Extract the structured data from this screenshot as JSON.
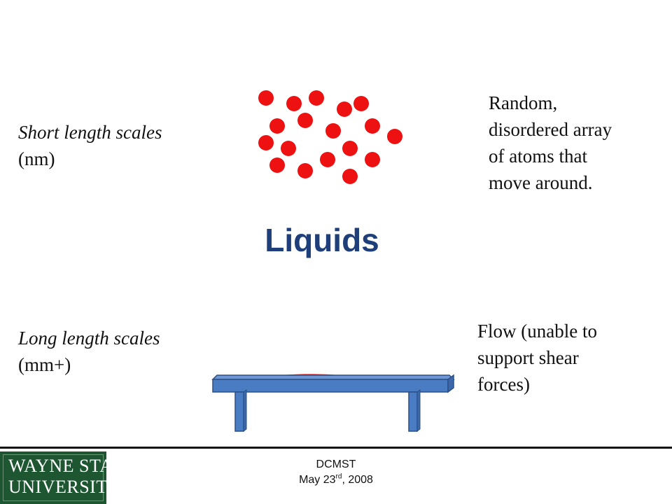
{
  "slide": {
    "title": "Liquids",
    "short_scale": {
      "line1": "Short length scales",
      "line2": "(nm)"
    },
    "long_scale": {
      "line1": "Long length scales",
      "line2": "(mm+)"
    },
    "atoms_description": [
      "Random,",
      "disordered array",
      "of atoms that",
      "move around."
    ],
    "flow_description": [
      "Flow (unable to",
      "support shear",
      "forces)"
    ]
  },
  "footer": {
    "org": "DCMST",
    "date_prefix": "May 23",
    "date_suffix": "rd",
    "date_year": ", 2008",
    "logo_line1": "WAYNE STATE",
    "logo_line2": "UNIVERSITY"
  },
  "colors": {
    "atom": "#ee1111",
    "title": "#1f3f7a",
    "bench": "#4a7cc4",
    "bench_edge": "#2c4f86",
    "spill": "#e01515",
    "logo_bg": "#1e5631"
  }
}
